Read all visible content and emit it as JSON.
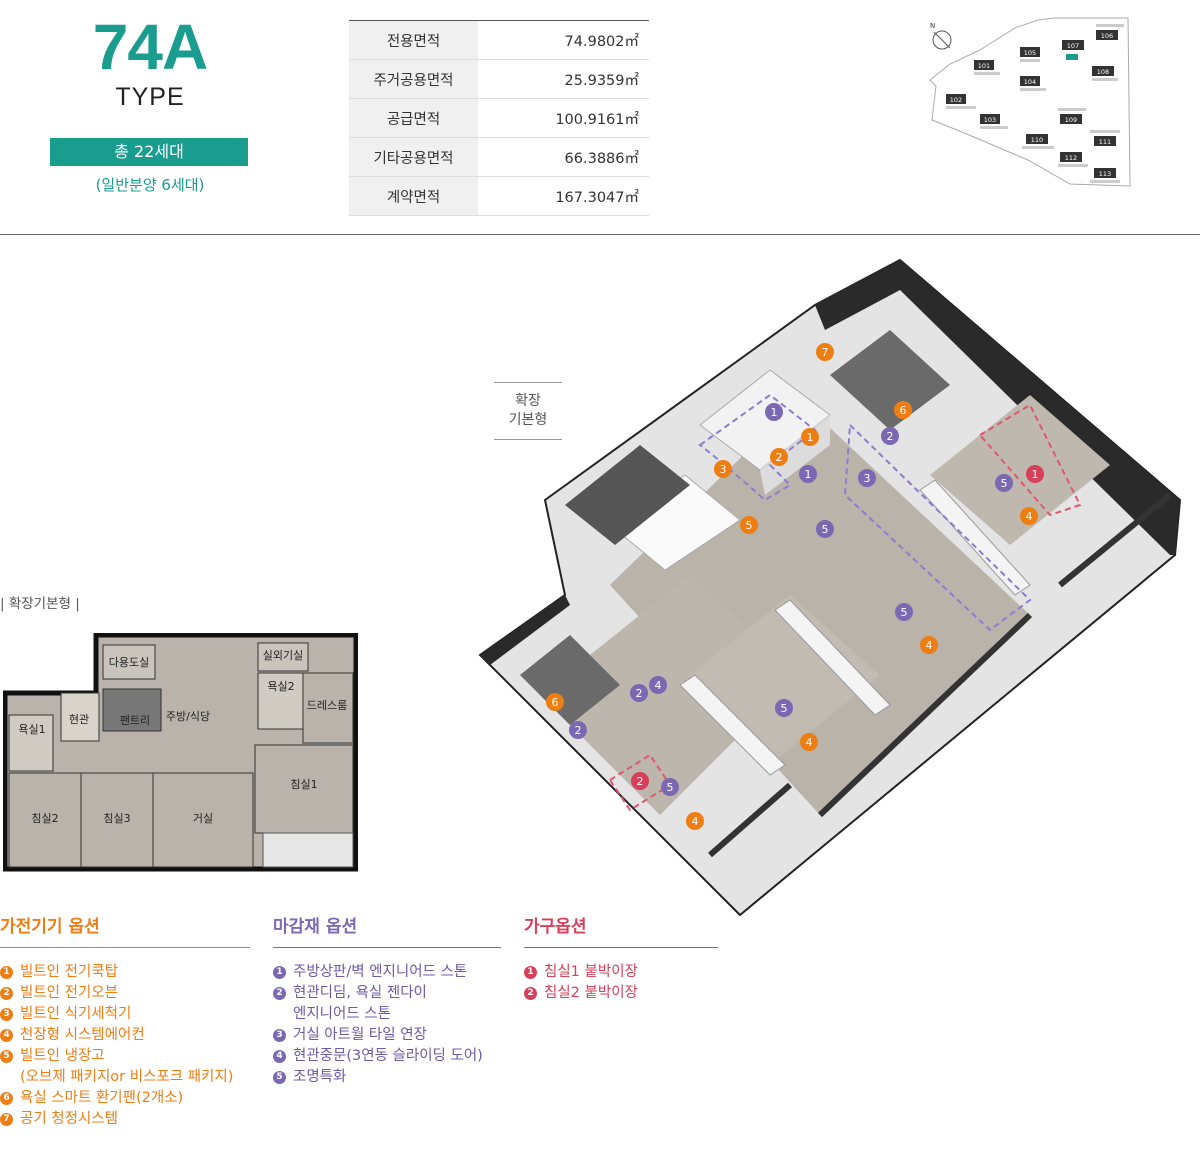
{
  "header": {
    "type_code": "74A",
    "type_label": "TYPE",
    "units_total": "총 22세대",
    "units_general": "(일반분양 6세대)"
  },
  "area_table": [
    {
      "label": "전용면적",
      "value": "74.9802㎡"
    },
    {
      "label": "주거공용면적",
      "value": "25.9359㎡"
    },
    {
      "label": "공급면적",
      "value": "100.9161㎡"
    },
    {
      "label": "기타공용면적",
      "value": "66.3886㎡"
    },
    {
      "label": "계약면적",
      "value": "167.3047㎡"
    }
  ],
  "site_map": {
    "compass": "N",
    "buildings": [
      "101",
      "102",
      "103",
      "104",
      "105",
      "106",
      "107",
      "108",
      "109",
      "110",
      "111",
      "112",
      "113"
    ],
    "highlight_color": "#1a9c8e"
  },
  "expand_note": {
    "line1": "확장",
    "line2": "기본형"
  },
  "plan_caption": "| 확장기본형 |",
  "rooms": [
    "다용도실",
    "실외기실",
    "욕실2",
    "드레스룸",
    "현관",
    "팬트리",
    "주방/식당",
    "욕실1",
    "침실1",
    "침실2",
    "침실3",
    "거실"
  ],
  "iso_markers": {
    "orange": [
      "7",
      "6",
      "1",
      "2",
      "3",
      "5",
      "4",
      "4",
      "4",
      "6",
      "4"
    ],
    "purple": [
      "1",
      "2",
      "1",
      "3",
      "5",
      "5",
      "5",
      "2",
      "4",
      "2",
      "5",
      "5"
    ],
    "red": [
      "1",
      "2"
    ]
  },
  "legends": {
    "appliance": {
      "title": "가전기기 옵션",
      "color": "#ee7d12",
      "items": [
        {
          "num": "1",
          "text": "빌트인 전기쿡탑"
        },
        {
          "num": "2",
          "text": "빌트인 전기오븐"
        },
        {
          "num": "3",
          "text": "빌트인 식기세척기"
        },
        {
          "num": "4",
          "text": "천장형 시스템에어컨"
        },
        {
          "num": "5",
          "text": "빌트인 냉장고\n(오브제 패키지or 비스포크 패키지)"
        },
        {
          "num": "6",
          "text": "욕실 스마트 환기팬(2개소)"
        },
        {
          "num": "7",
          "text": "공기 청정시스템"
        }
      ]
    },
    "finish": {
      "title": "마감재 옵션",
      "color": "#7b68b3",
      "items": [
        {
          "num": "1",
          "text": "주방상판/벽 엔지니어드 스톤"
        },
        {
          "num": "2",
          "text": "현관디딤, 욕실 젠다이\n엔지니어드 스톤"
        },
        {
          "num": "3",
          "text": "거실 아트월 타일 연장"
        },
        {
          "num": "4",
          "text": "현관중문(3연동 슬라이딩 도어)"
        },
        {
          "num": "5",
          "text": "조명특화"
        }
      ]
    },
    "furniture": {
      "title": "가구옵션",
      "color": "#d6405a",
      "items": [
        {
          "num": "1",
          "text": "침실1 붙박이장"
        },
        {
          "num": "2",
          "text": "침실2 붙박이장"
        }
      ]
    }
  }
}
